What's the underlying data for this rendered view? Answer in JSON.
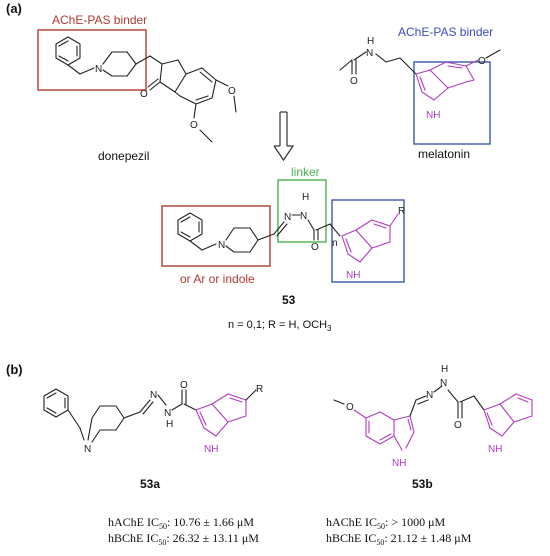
{
  "panel_a": {
    "label": "(a)",
    "binder_left": "AChE-PAS binder",
    "binder_right": "AChE-PAS binder",
    "donepezil": "donepezil",
    "melatonin": "melatonin",
    "linker": "linker",
    "alt_group": "or Ar or indole",
    "compound_id": "53",
    "variables": "n = 0,1; R = H, OCH",
    "variables_sub": "3",
    "atoms": {
      "O": "O",
      "N": "N",
      "NH": "NH",
      "H": "H",
      "R": "R",
      "n": "n"
    }
  },
  "panel_b": {
    "label": "(b)",
    "compound_a": "53a",
    "compound_b": "53b",
    "a_hache_label": "hAChE IC",
    "a_hache_sub": "50",
    "a_hache_value": ": 10.76 ± 1.66 μM",
    "a_hbche_label": "hBChE IC",
    "a_hbche_sub": "50",
    "a_hbche_value": ": 26.32 ± 13.11 μM",
    "b_hache_label": "hAChE IC",
    "b_hache_sub": "50",
    "b_hache_value": ": > 1000 μM",
    "b_hbche_label": "hBChE IC",
    "b_hbche_sub": "50",
    "b_hbche_value": ": 21.12 ± 1.48 μM"
  },
  "colors": {
    "red_box": "#b03a2e",
    "blue_box": "#3a5ba8",
    "green_box": "#4caf50",
    "indole": "#b03cc0",
    "blue_text": "#3a4bc8",
    "red_text": "#b03a2e",
    "green_text": "#4caf50"
  }
}
